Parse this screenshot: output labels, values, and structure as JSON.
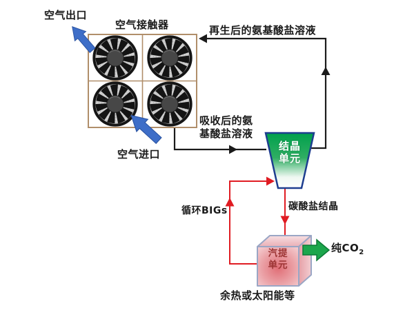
{
  "diagram": {
    "title_hint": "amino-acid-salt direct air capture process flow",
    "labels": {
      "air_outlet": "空气出口",
      "air_contactor": "空气接触器",
      "regenerated_solution": "再生后的氨基酸盐溶液",
      "absorbed_solution_line1": "吸收后的氨",
      "absorbed_solution_line2": "基酸盐溶液",
      "air_inlet": "空气进口",
      "recycle_bigs": "循环BIGs",
      "carbonate_crystals": "碳酸盐结晶",
      "crystallization_unit_line1": "结晶",
      "crystallization_unit_line2": "单元",
      "stripping_unit_line1": "汽提",
      "stripping_unit_line2": "单元",
      "pure_co2_prefix": "纯CO",
      "pure_co2_subscript": "2",
      "heat_source": "余热或太阳能等"
    },
    "colors": {
      "flow_black": "#1a1a1a",
      "flow_red": "#e01b22",
      "air_arrow_blue": "#3e6ec8",
      "contactor_border_tan": "#b08e6a",
      "crystallizer_green": "#00a04c",
      "crystallizer_border": "#1d3d8f",
      "stripper_pink": "#f3c3c7",
      "stripper_border": "#9aa6c5",
      "stripper_text": "#9c3434",
      "co2_arrow_green": "#1ca64c"
    }
  }
}
